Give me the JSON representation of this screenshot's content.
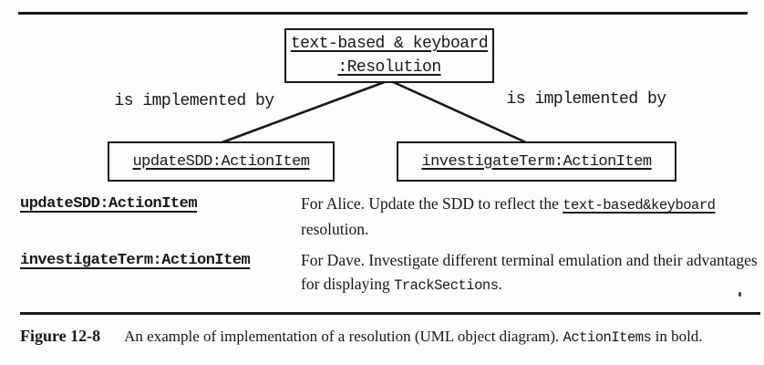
{
  "colors": {
    "ink": "#181818",
    "paper": "#fcfcfa"
  },
  "diagram": {
    "resolution_object": {
      "name_line": "text-based & keyboard",
      "type_line": ":Resolution"
    },
    "relations": {
      "left_label": "is implemented by",
      "right_label": "is implemented by"
    },
    "action_items": {
      "left": "updateSDD:ActionItem",
      "right": "investigateTerm:ActionItem"
    }
  },
  "definitions": [
    {
      "term": "updateSDD:ActionItem",
      "description_prefix": "For Alice. Update the SDD to reflect the ",
      "description_code": "text-based&keyboard",
      "description_suffix": " resolution."
    },
    {
      "term": "investigateTerm:ActionItem",
      "description_prefix": "For Dave. Investigate different terminal emulation and their advantages for displaying ",
      "description_code": "TrackSections",
      "description_suffix": "."
    }
  ],
  "caption": {
    "figure_label": "Figure 12-8",
    "text_before_code": "An example of implementation of a resolution (UML object diagram). ",
    "code": "ActionItems",
    "text_after_code": " in bold."
  }
}
